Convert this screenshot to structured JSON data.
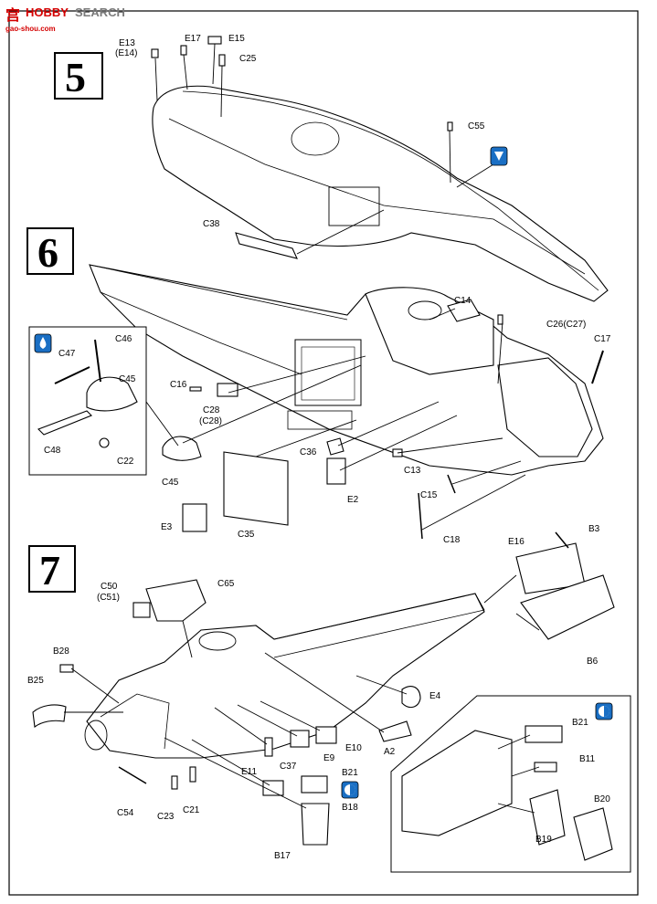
{
  "watermark": {
    "brand_left": "HOBBY",
    "brand_right": "SEARCH",
    "logo_char": "宫",
    "site": "gao-shou.com"
  },
  "steps": [
    {
      "number": "5"
    },
    {
      "number": "6"
    },
    {
      "number": "7"
    }
  ],
  "step5_labels": {
    "e13": "E13",
    "e14": "(E14)",
    "e17": "E17",
    "e15": "E15",
    "c25": "C25",
    "c55": "C55",
    "c38": "C38"
  },
  "step6_labels": {
    "c14": "C14",
    "c26": "C26(C27)",
    "c17": "C17",
    "c16": "C16",
    "c28a": "C28",
    "c28b": "(C28)",
    "c36": "C36",
    "e2": "E2",
    "c13": "C13",
    "c15": "C15",
    "c18": "C18",
    "c45": "C45",
    "e3": "E3",
    "c35": "C35",
    "inset_c47": "C47",
    "inset_c46": "C46",
    "inset_c45": "C45",
    "inset_c48": "C48",
    "inset_c22": "C22"
  },
  "step7_labels": {
    "e16": "E16",
    "b3": "B3",
    "b6": "B6",
    "c50": "C50",
    "c51": "(C51)",
    "c65": "C65",
    "b28": "B28",
    "b25": "B25",
    "e4": "E4",
    "a2": "A2",
    "e10": "E10",
    "e9": "E9",
    "c37": "C37",
    "e11": "E11",
    "b21": "B21",
    "b18": "B18",
    "c54": "C54",
    "c23": "C23",
    "c21": "C21",
    "b17": "B17",
    "inset_b21": "B21",
    "inset_b11": "B11",
    "inset_b20": "B20",
    "inset_b19": "B19"
  },
  "icons": [
    "paint-icon",
    "glue-drop-icon",
    "symmetric-parts-icon"
  ]
}
